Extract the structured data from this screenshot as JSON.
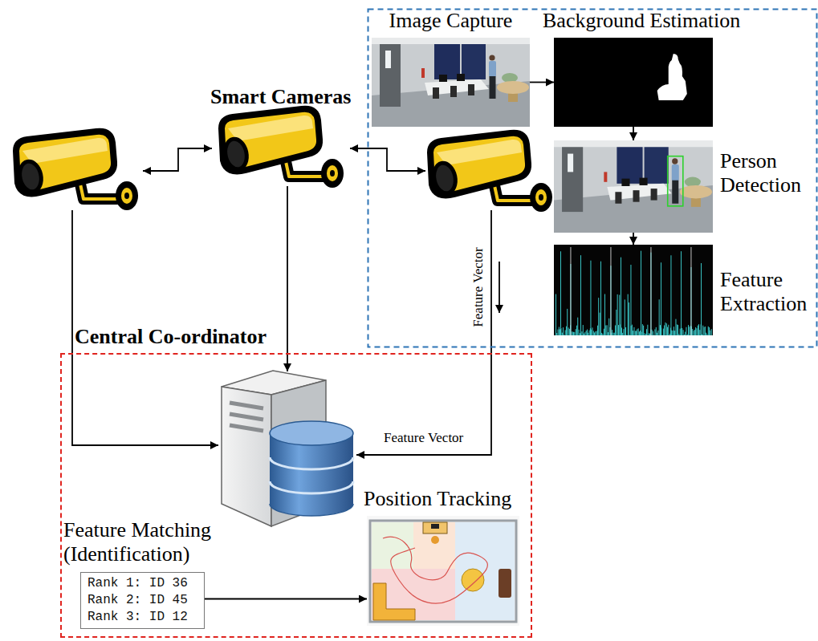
{
  "diagram": {
    "nodes": [
      {
        "text": [
          "Image Capture"
        ]
      },
      {
        "text": [
          "Background Estimation"
        ]
      },
      {
        "text": [
          "Person Detection"
        ]
      },
      {
        "text": [
          "Feature Extraction"
        ]
      },
      {
        "text": [
          "Central Co-ordinator"
        ]
      },
      {
        "text": [
          "Feature Matching (Identification)",
          "Rank 1: ID 36",
          "Rank 2: ID 45",
          "Rank 3: ID 12"
        ],
        "in": 4
      },
      {
        "text": [
          "Position Tracking"
        ],
        "in": 4
      }
    ],
    "edges": [
      {
        "from": 0,
        "to": 1,
        "arrow": "to"
      },
      {
        "from": 1,
        "to": 2,
        "arrow": "to"
      },
      {
        "from": 2,
        "to": 3,
        "arrow": "to"
      },
      {
        "from": 5,
        "to": 6,
        "arrow": "to"
      }
    ],
    "labels": [
      "Smart Cameras",
      "Feature Vector",
      "Feature Vector"
    ]
  }
}
